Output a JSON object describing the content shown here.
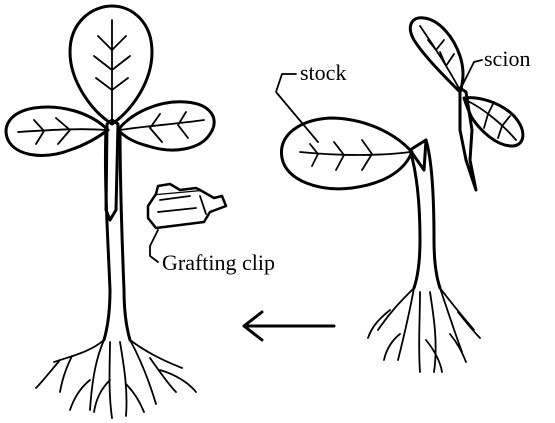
{
  "labels": {
    "stock": "stock",
    "scion": "scion",
    "clip": "Grafting clip"
  },
  "icons": {
    "arrow": "arrow-left-icon"
  },
  "colors": {
    "ink": "#000000",
    "background": "#ffffff"
  }
}
